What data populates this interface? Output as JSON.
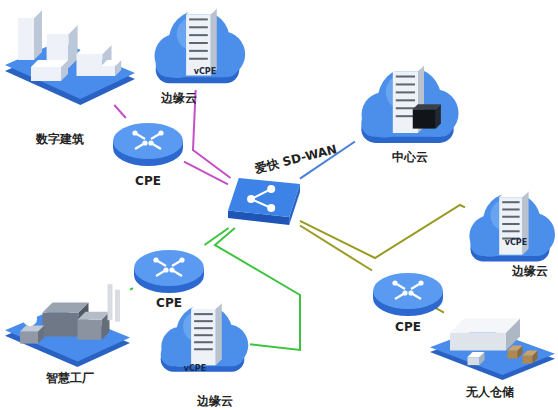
{
  "diagram": {
    "nodes": [
      {
        "text": [
          "数字建筑"
        ]
      },
      {
        "text": [
          "vCPE",
          "边缘云"
        ]
      },
      {
        "text": [
          "中心云"
        ]
      },
      {
        "text": [
          "CPE"
        ]
      },
      {
        "text": [
          "爱快 SD-WAN"
        ]
      },
      {
        "text": [
          "vCPE",
          "边缘云"
        ]
      },
      {
        "text": [
          "CPE"
        ]
      },
      {
        "text": [
          "CPE"
        ]
      },
      {
        "text": [
          "智慧工厂"
        ]
      },
      {
        "text": [
          "vCPE",
          "边缘云"
        ]
      },
      {
        "text": [
          "无人仓储"
        ]
      }
    ],
    "edges": [
      {
        "from": 0,
        "to": 3,
        "arrow": "none"
      },
      {
        "from": 3,
        "to": 4,
        "arrow": "none"
      },
      {
        "from": 1,
        "to": 4,
        "arrow": "none"
      },
      {
        "from": 2,
        "to": 4,
        "arrow": "none"
      },
      {
        "from": 4,
        "to": 5,
        "arrow": "none"
      },
      {
        "from": 4,
        "to": 7,
        "arrow": "none"
      },
      {
        "from": 7,
        "to": 10,
        "arrow": "none"
      },
      {
        "from": 8,
        "to": 6,
        "arrow": "none"
      },
      {
        "from": 6,
        "to": 4,
        "arrow": "none"
      },
      {
        "from": 9,
        "to": 4,
        "arrow": "none"
      }
    ]
  }
}
